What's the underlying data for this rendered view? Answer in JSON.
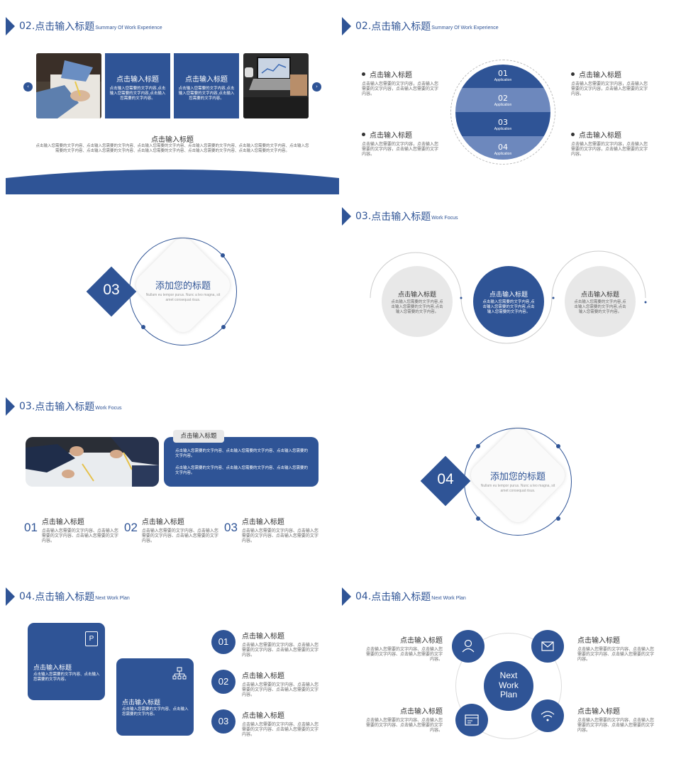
{
  "slides": {
    "s1": {
      "num": "02.",
      "title": "点击输入标题",
      "subtitle": "Summary Of Work Experience",
      "cards": [
        {
          "title": "点击输入标题",
          "body": "点击输入您需要的文字内容,点击输入您需要的文字内容,点击输入您需要的文字内容。"
        },
        {
          "title": "点击输入标题",
          "body": "点击输入您需要的文字内容,点击输入您需要的文字内容,点击输入您需要的文字内容。"
        }
      ],
      "arrow_left": "‹",
      "arrow_right": "›",
      "caption_title": "点击输入标题",
      "caption_body": "点击输入您需要的文字内容、点击输入您需要的文字内容、点击输入您需要的文字内容、点击输入您需要的文字内容、点击输入您需要的文字内容、点击输入您需要的文字内容、点击输入您需要的文字内容、点击输入您需要的文字内容、点击输入您需要的文字内容、点击输入您需要的文字内容。"
    },
    "s2": {
      "num": "02.",
      "title": "点击输入标题",
      "subtitle": "Summary Of Work Experience",
      "items": [
        {
          "title": "点击输入标题",
          "body": "点击输入您需要的文字内容，点击输入您需要的文字内容，点击输入您需要的文字内容。"
        },
        {
          "title": "点击输入标题",
          "body": "点击输入您需要的文字内容，点击输入您需要的文字内容，点击输入您需要的文字内容。"
        },
        {
          "title": "点击输入标题",
          "body": "点击输入您需要的文字内容，点击输入您需要的文字内容，点击输入您需要的文字内容。"
        },
        {
          "title": "点击输入标题",
          "body": "点击输入您需要的文字内容，点击输入您需要的文字内容，点击输入您需要的文字内容。"
        }
      ],
      "bands": [
        {
          "num": "01",
          "label": "Application"
        },
        {
          "num": "02",
          "label": "Application"
        },
        {
          "num": "03",
          "label": "Application"
        },
        {
          "num": "04",
          "label": "Application"
        }
      ]
    },
    "s3": {
      "diamond_num": "03",
      "heading": "添加您的标题",
      "body": "Nullam eu tempor purus. Nunc a leo magna, sit amet consequat risus."
    },
    "s4": {
      "num": "03.",
      "title": "点击输入标题",
      "subtitle": "Work Focus",
      "circles": [
        {
          "title": "点击输入标题",
          "body": "点击输入您需要的文字内容,点击输入您需要的文字内容,点击输入您需要的文字内容。"
        },
        {
          "title": "点击输入标题",
          "body": "点击输入您需要的文字内容,点击输入您需要的文字内容,点击输入您需要的文字内容。"
        },
        {
          "title": "点击输入标题",
          "body": "点击输入您需要的文字内容,点击输入您需要的文字内容,点击输入您需要的文字内容。"
        }
      ]
    },
    "s5": {
      "num": "03.",
      "title": "点击输入标题",
      "subtitle": "Work Focus",
      "tab_label": "点击输入标题",
      "panel_p1": "点击输入您需要的文字内容、点击输入您需要的文字内容、点击输入您需要的文字内容。",
      "panel_p2": "点击输入您需要的文字内容、点击输入您需要的文字内容、点击输入您需要的文字内容。",
      "items": [
        {
          "num": "01",
          "title": "点击输入标题",
          "body": "点击输入您需要的文字内容、点击输入您需要的文字内容、点击输入您需要的文字内容。"
        },
        {
          "num": "02",
          "title": "点击输入标题",
          "body": "点击输入您需要的文字内容、点击输入您需要的文字内容、点击输入您需要的文字内容。"
        },
        {
          "num": "03",
          "title": "点击输入标题",
          "body": "点击输入您需要的文字内容、点击输入您需要的文字内容、点击输入您需要的文字内容。"
        }
      ]
    },
    "s6": {
      "diamond_num": "04",
      "heading": "添加您的标题",
      "body": "Nullam eu tempor purus. Nunc a leo magna, sit amet consequat risus."
    },
    "s7": {
      "num": "04.",
      "title": "点击输入标题",
      "subtitle": "Next Work Plan",
      "card1_icon": "P",
      "card1_title": "点击输入标题",
      "card1_body": "点击输入您需要的文字内容、点击输入您需要的文字内容。",
      "card2_title": "点击输入标题",
      "card2_body": "点击输入您需要的文字内容、点击输入您需要的文字内容。",
      "items": [
        {
          "num": "01",
          "title": "点击输入标题",
          "body": "点击输入您需要的文字内容、点击输入您需要的文字内容、点击输入您需要的文字内容。"
        },
        {
          "num": "02",
          "title": "点击输入标题",
          "body": "点击输入您需要的文字内容、点击输入您需要的文字内容、点击输入您需要的文字内容。"
        },
        {
          "num": "03",
          "title": "点击输入标题",
          "body": "点击输入您需要的文字内容、点击输入您需要的文字内容、点击输入您需要的文字内容。"
        }
      ]
    },
    "s8": {
      "num": "04.",
      "title": "点击输入标题",
      "subtitle": "Next Work Plan",
      "center_line1": "Next",
      "center_line2": "Work",
      "center_line3": "Plan",
      "items": [
        {
          "title": "点击输入标题",
          "body": "点击输入您需要的文字内容、点击输入您需要的文字内容、点击输入您需要的文字内容。"
        },
        {
          "title": "点击输入标题",
          "body": "点击输入您需要的文字内容、点击输入您需要的文字内容、点击输入您需要的文字内容。"
        },
        {
          "title": "点击输入标题",
          "body": "点击输入您需要的文字内容、点击输入您需要的文字内容、点击输入您需要的文字内容。"
        },
        {
          "title": "点击输入标题",
          "body": "点击输入您需要的文字内容、点击输入您需要的文字内容、点击输入您需要的文字内容。"
        }
      ]
    }
  },
  "colors": {
    "primary": "#2f5496",
    "light_blue": "#6d88bd",
    "grey": "#e8e8e8"
  }
}
